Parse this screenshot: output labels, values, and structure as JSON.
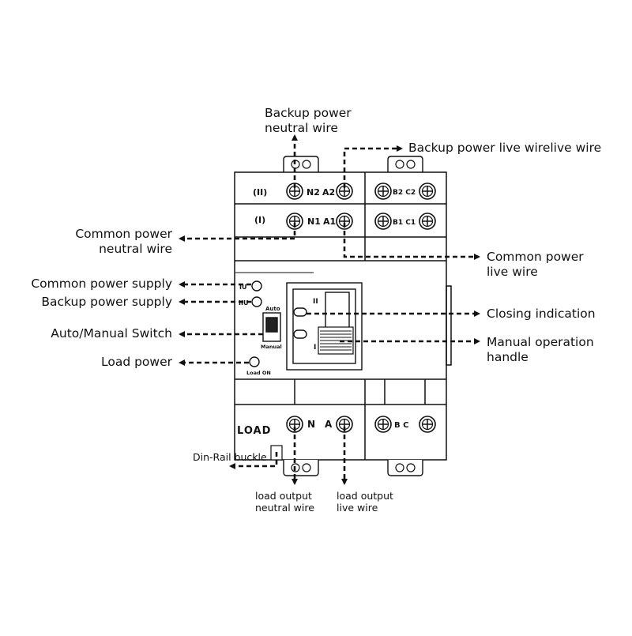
{
  "callouts": {
    "backup_neutral": [
      "Backup power",
      "neutral wire"
    ],
    "backup_live": "Backup power live wirelive wire",
    "common_neutral": [
      "Common power",
      "neutral wire"
    ],
    "common_live": [
      "Common power",
      "live wire"
    ],
    "common_supply": "Common power supply",
    "backup_supply": "Backup power supply",
    "auto_manual": "Auto/Manual Switch",
    "load_power": "Load power",
    "closing_indication": "Closing indication",
    "manual_handle": [
      "Manual operation",
      "handle"
    ],
    "din_rail": "Din-Rail buckle",
    "load_neutral": [
      "load output",
      "neutral wire"
    ],
    "load_live": [
      "load output",
      "live wire"
    ]
  },
  "device": {
    "row2_marker": "(II)",
    "row1_marker": "(I)",
    "n2": "N2",
    "a2": "A2",
    "b2c2": "B2 C2",
    "n1": "N1",
    "a1": "A1",
    "b1c1": "B1 C1",
    "load": "LOAD",
    "n": "N",
    "a": "A",
    "bc": "B C",
    "ind_1": "IU",
    "ind_2": "IIU",
    "auto": "Auto",
    "manual": "Manual",
    "load_on": "Load ON",
    "pos_ii": "II",
    "pos_i": "I"
  }
}
